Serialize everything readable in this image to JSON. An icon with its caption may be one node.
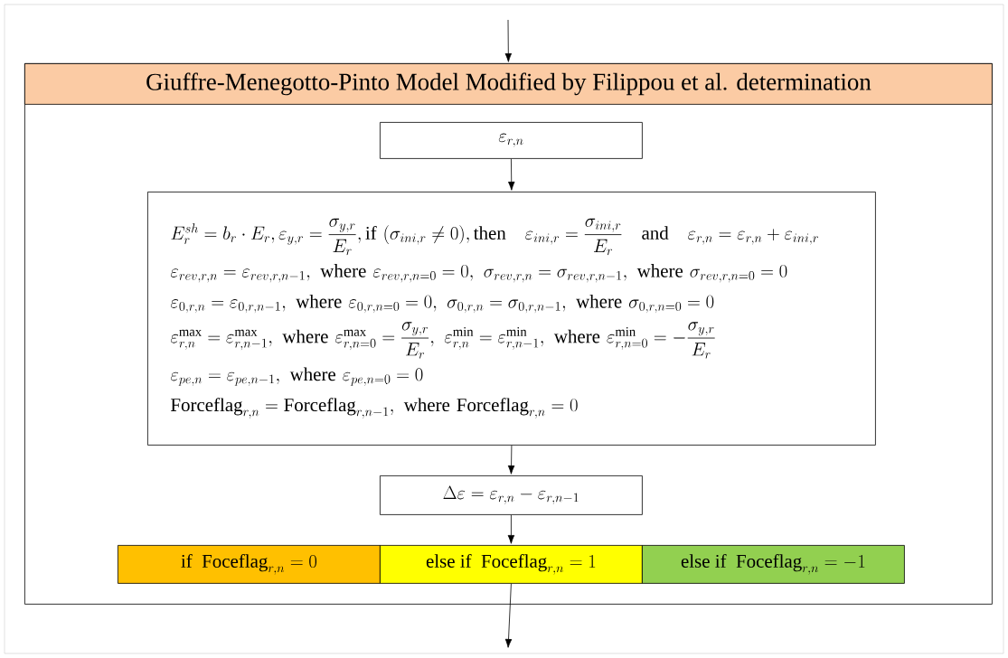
{
  "diagram": {
    "nodes": [
      {
        "text": [
          "Giuffre-Menegotto-Pinto Model Modified by Filippou et al. determination"
        ]
      },
      {
        "text": [
          "\\varepsilon_{r,n}"
        ],
        "in": 0
      },
      {
        "text": [
          "E_r^{sh}=b_r\\cdot E_r,\\varepsilon_{y,r}=\\dfrac{\\sigma_{y,r}}{E_r},\\text{if }(\\sigma_{ini,r}\\neq 0),\\text{then}\\quad\\varepsilon_{ini,r}=\\dfrac{\\sigma_{ini,r}}{E_r}\\quad\\text{and}\\quad\\varepsilon_{r,n}=\\varepsilon_{r,n}+\\varepsilon_{ini,r}",
          "\\varepsilon_{rev,r,n}=\\varepsilon_{rev,r,n-1},\\text{ where }\\varepsilon_{rev,r,n=0}=0,\\ \\sigma_{rev,r,n}=\\sigma_{rev,r,n-1},\\text{ where }\\sigma_{rev,r,n=0}=0",
          "\\varepsilon_{0,r,n}=\\varepsilon_{0,r,n-1},\\text{ where }\\varepsilon_{0,r,n=0}=0,\\ \\sigma_{0,r,n}=\\sigma_{0,r,n-1},\\text{ where }\\sigma_{0,r,n=0}=0",
          "\\varepsilon_{r,n}^{\\max}=\\varepsilon_{r,n-1}^{\\max},\\text{ where }\\varepsilon_{r,n=0}^{\\max}=\\dfrac{\\sigma_{y,r}}{E_r},\\ \\varepsilon_{r,n}^{\\min}=\\varepsilon_{r,n-1}^{\\min},\\text{ where }\\varepsilon_{r,n=0}^{\\min}=-\\dfrac{\\sigma_{y,r}}{E_r}",
          "\\varepsilon_{pe,n}=\\varepsilon_{pe,n-1},\\text{ where }\\varepsilon_{pe,n=0}=0",
          "\\mathrm{Forceflag}_{r,n}=\\mathrm{Forceflag}_{r,n-1},\\text{ where }\\mathrm{Forceflag}_{r,n}=0"
        ],
        "in": 0
      },
      {
        "text": [
          "\\Delta\\varepsilon=\\varepsilon_{r,n}-\\varepsilon_{r,n-1}"
        ],
        "in": 0
      },
      {
        "text": [
          "\\text{if }\\ \\mathrm{Foceflag}_{r,n}=0"
        ],
        "in": 0
      },
      {
        "text": [
          "\\text{else if }\\ \\mathrm{Foceflag}_{r,n}=1"
        ],
        "in": 0
      },
      {
        "text": [
          "\\text{else if }\\ \\mathrm{Foceflag}_{r,n}=-1"
        ],
        "in": 0
      }
    ],
    "edges": [
      {
        "from": null,
        "to": 0,
        "arrow": "to"
      },
      {
        "from": 1,
        "to": 2,
        "arrow": "to"
      },
      {
        "from": 2,
        "to": 3,
        "arrow": "to"
      },
      {
        "from": 3,
        "to": 5,
        "arrow": "to"
      },
      {
        "from": 5,
        "to": null,
        "arrow": "to"
      }
    ]
  }
}
